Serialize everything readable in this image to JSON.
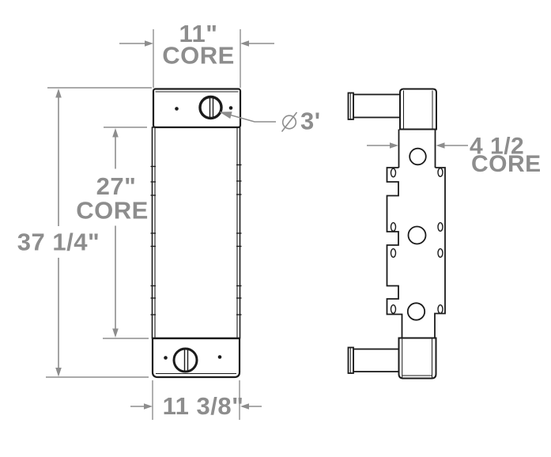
{
  "drawing": {
    "kind": "heat-exchanger-core-technical-drawing",
    "colors": {
      "part_line": "#1b1b1b",
      "dimension": "#8d8d8d",
      "background": "#ffffff"
    },
    "dimensions": {
      "top_width": {
        "value": "11\"",
        "label": "CORE"
      },
      "core_height": {
        "value": "27\"",
        "label": "CORE"
      },
      "overall_height": {
        "value": "37 1/4\""
      },
      "bottom_width": {
        "value": "11 3/8\""
      },
      "port_diameter": {
        "symbol": "∅",
        "value": "3'"
      },
      "core_depth": {
        "value": "4 1/2",
        "label": "CORE"
      }
    }
  }
}
